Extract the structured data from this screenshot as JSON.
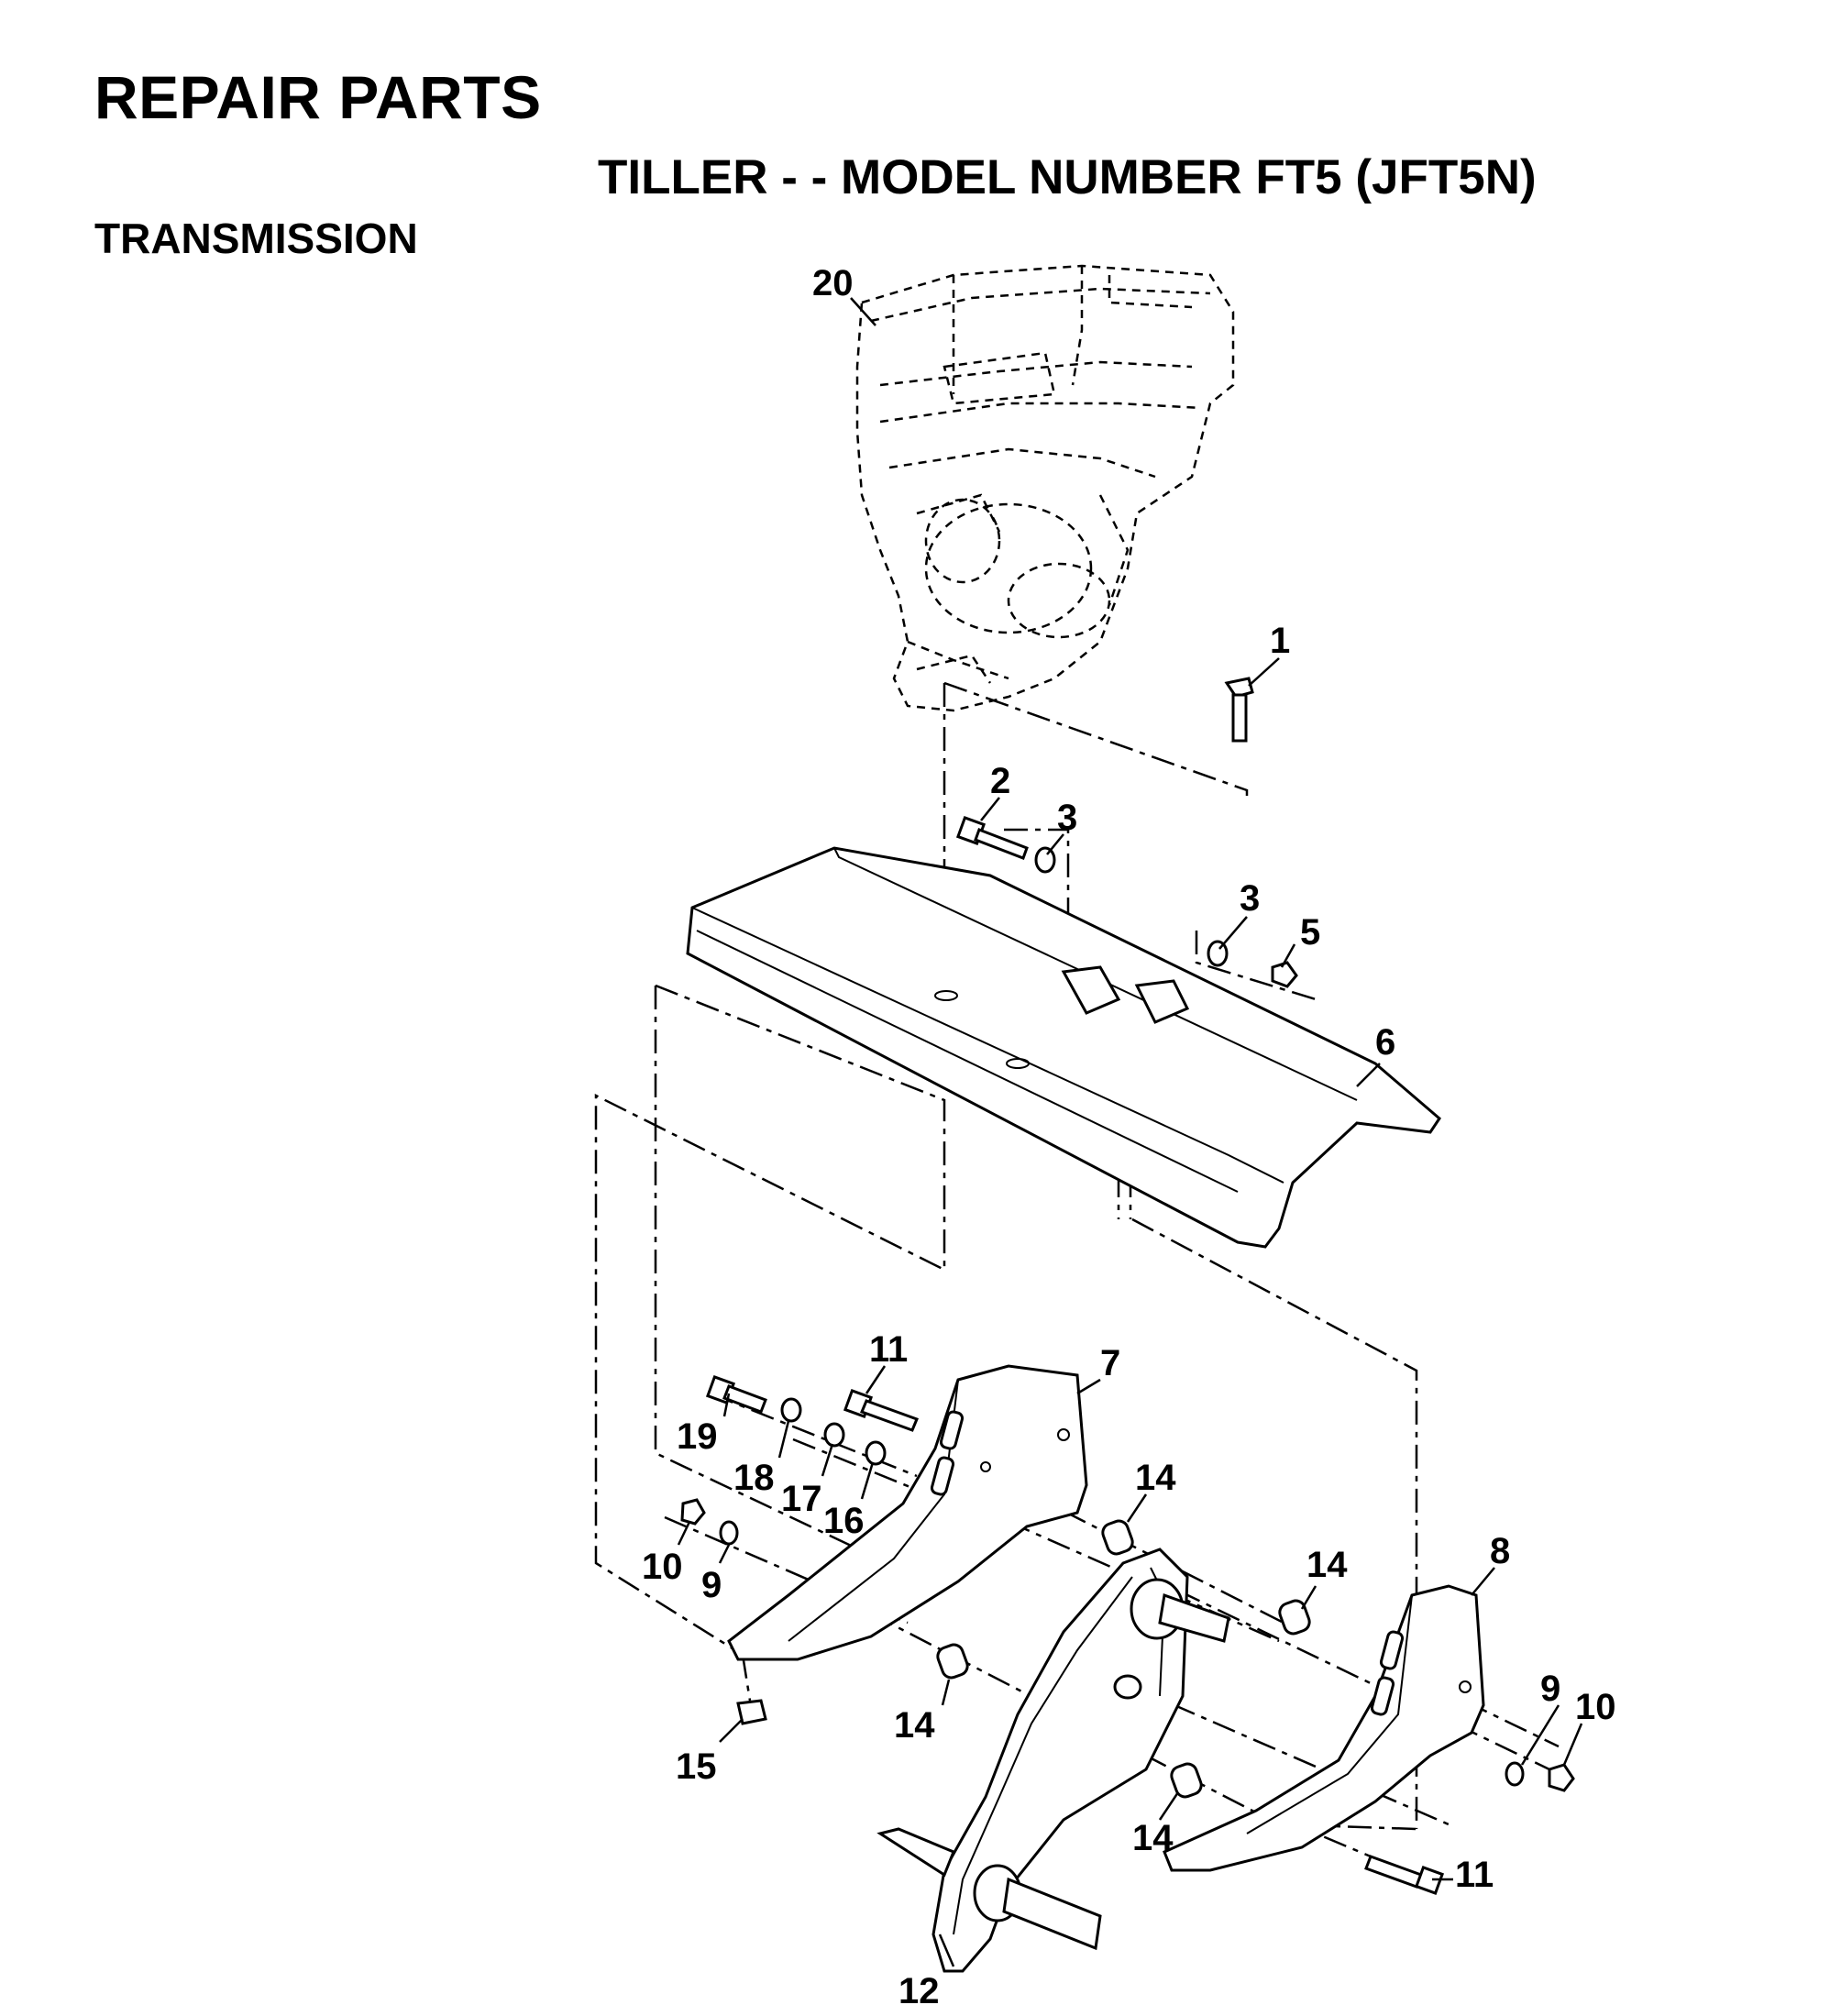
{
  "header": {
    "title": "REPAIR PARTS",
    "subtitle": "TILLER - - MODEL NUMBER FT5 (JFT5N)",
    "section": "TRANSMISSION"
  },
  "callouts": {
    "c1": "1",
    "c2": "2",
    "c3a": "3",
    "c3b": "3",
    "c5": "5",
    "c6": "6",
    "c7": "7",
    "c8": "8",
    "c9a": "9",
    "c9b": "9",
    "c10a": "10",
    "c10b": "10",
    "c11a": "11",
    "c11b": "11",
    "c12": "12",
    "c14a": "14",
    "c14b": "14",
    "c14c": "14",
    "c14d": "14",
    "c15": "15",
    "c16": "16",
    "c17": "17",
    "c18": "18",
    "c19": "19",
    "c20": "20"
  }
}
